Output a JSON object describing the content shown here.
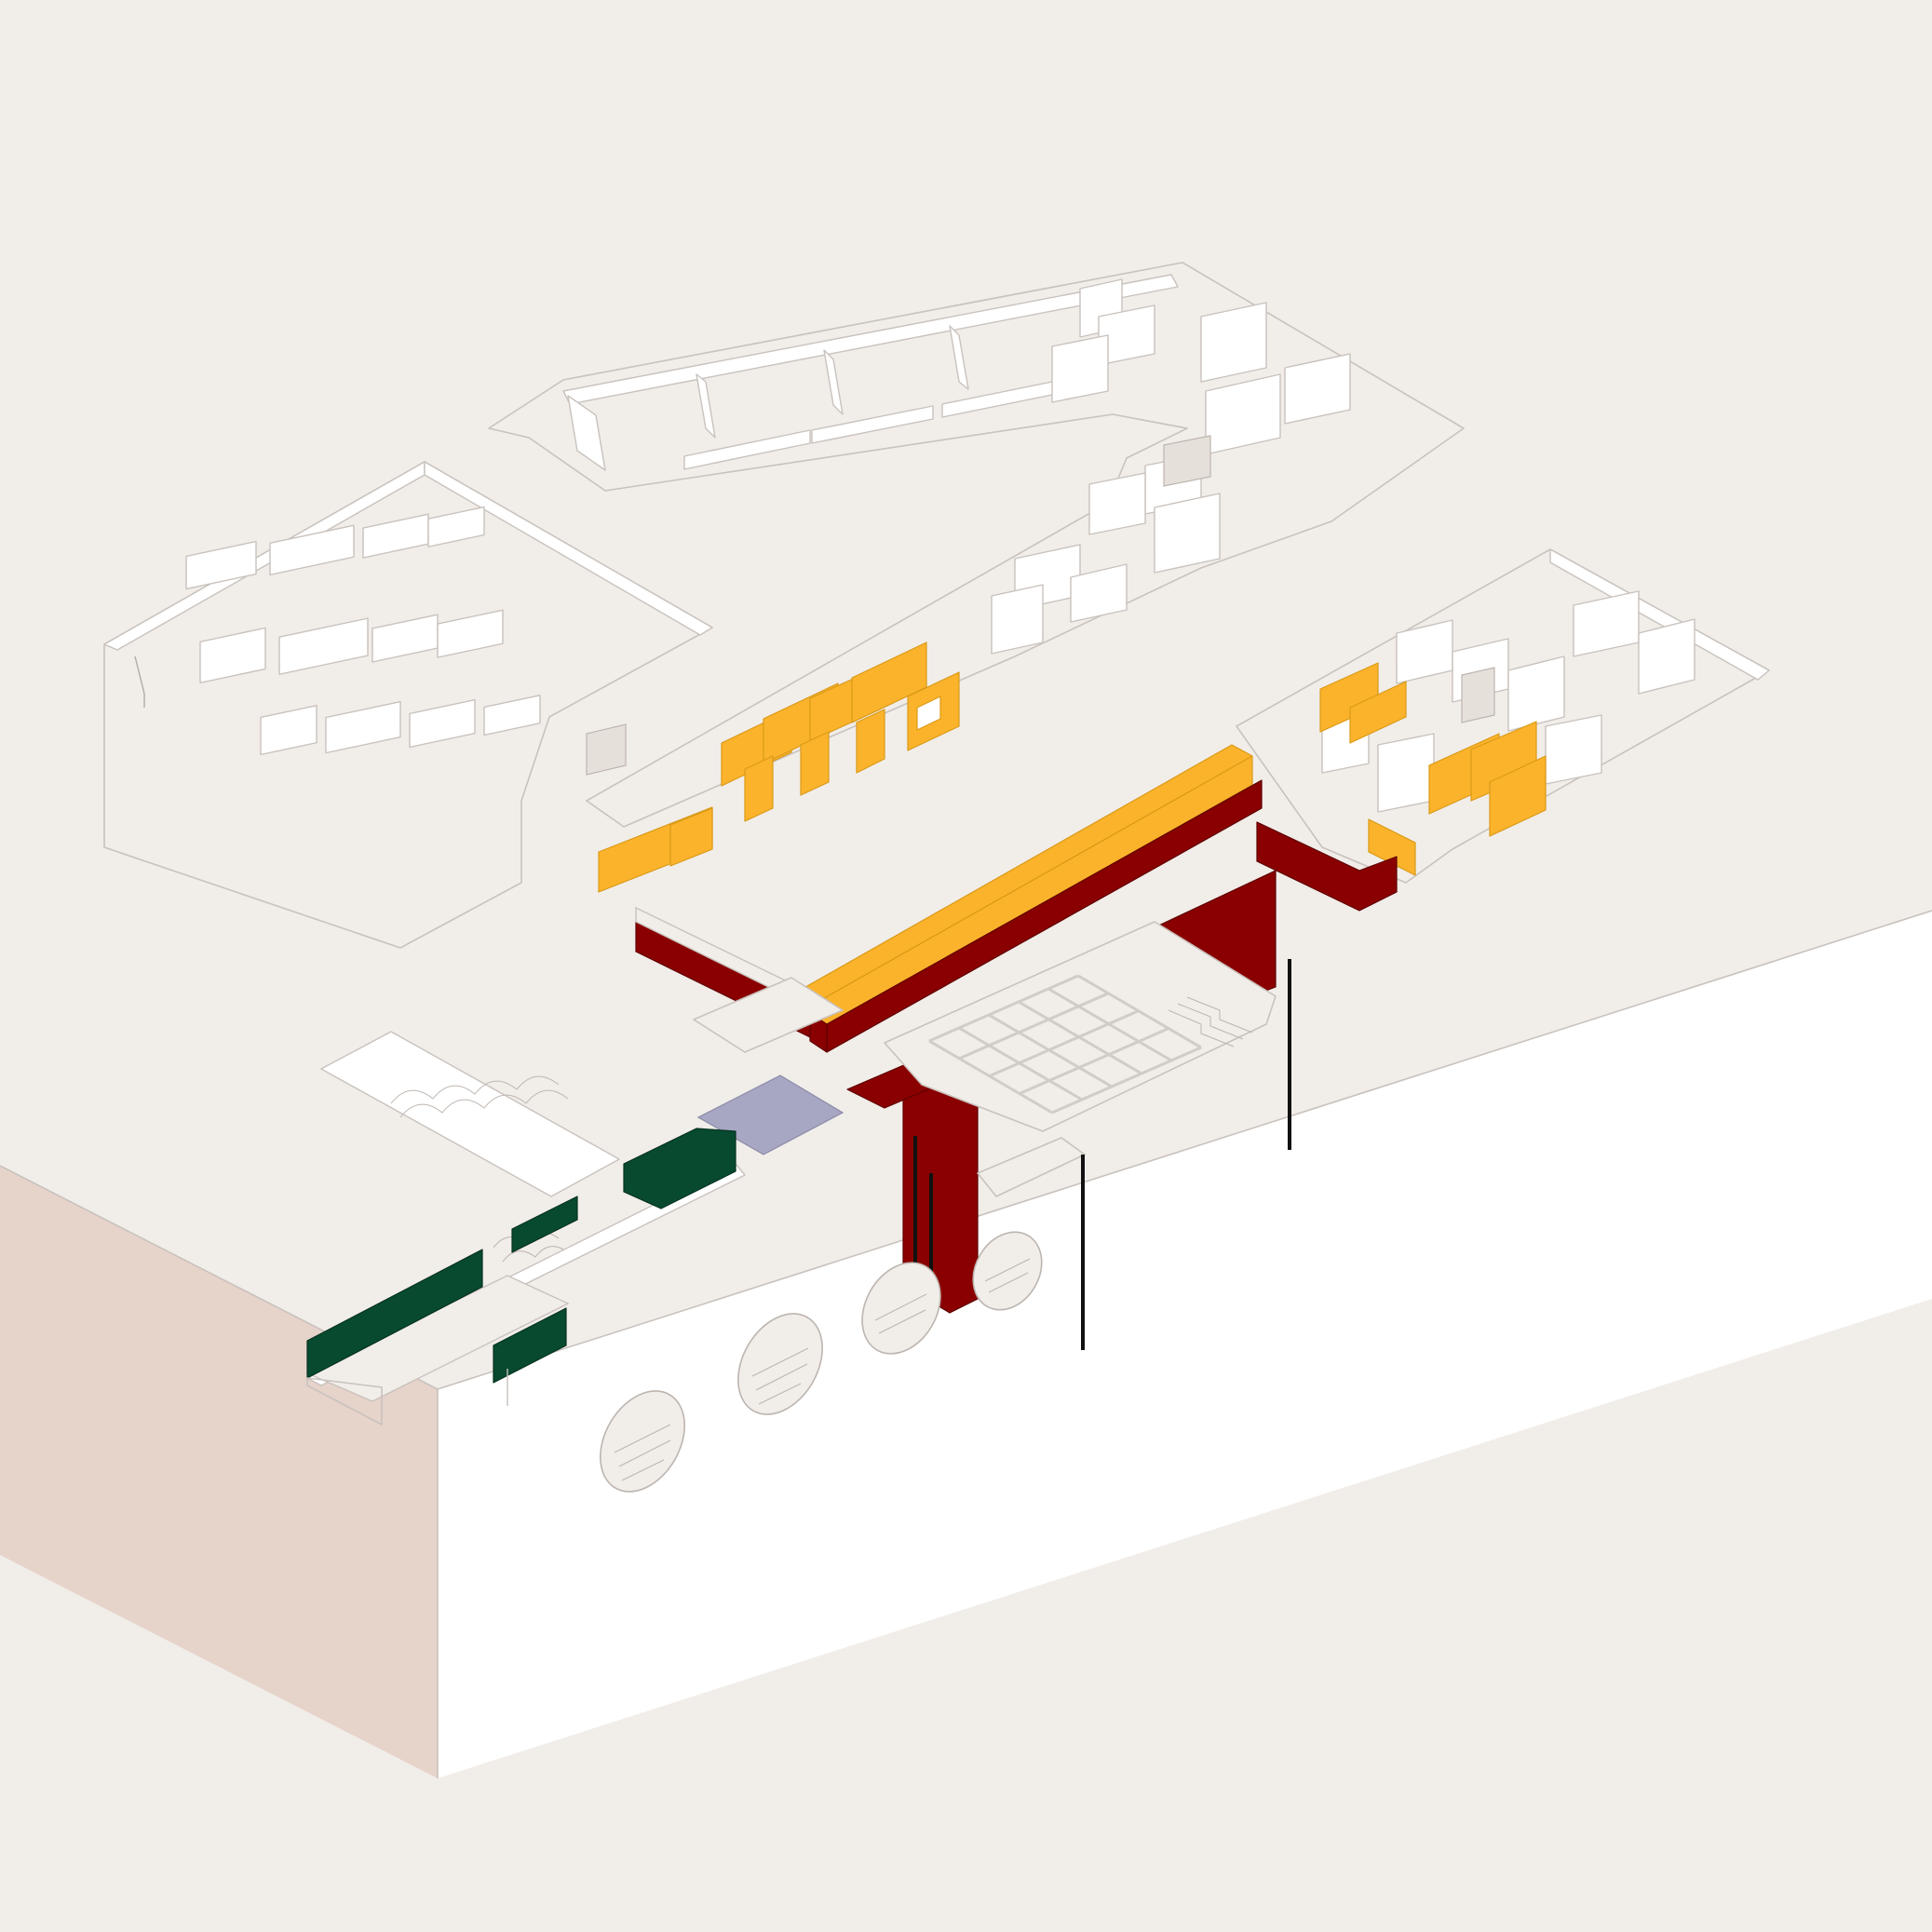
{
  "colors": {
    "background": "#f1ede9",
    "ground_side": "#e6d3ca",
    "massing_white": "#ffffff",
    "line": "#c9c2bd",
    "yellow_program": "#fcb32c",
    "red_program": "#8a0000",
    "green_program": "#074a30",
    "lavender_program": "#a7a7c3",
    "structure_black": "#111111"
  },
  "icons": [
    "axonometric-floor-plan",
    "tunnel-porthole",
    "column-grid",
    "escalator"
  ]
}
